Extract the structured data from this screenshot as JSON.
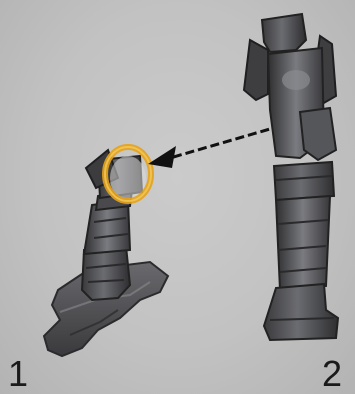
{
  "figure": {
    "label_1": "1",
    "label_2": "2"
  },
  "colors": {
    "background": "#c2c2c2",
    "armor_dark": "#3a3a3c",
    "armor_mid": "#5d5e62",
    "armor_light": "#8a8b90",
    "highlight_ring": "#e3a21a",
    "arrow": "#111111",
    "label_text": "#1a1a1a"
  },
  "icons": {
    "arrow": "dashed-arrow-left",
    "highlight": "ring-highlight"
  }
}
